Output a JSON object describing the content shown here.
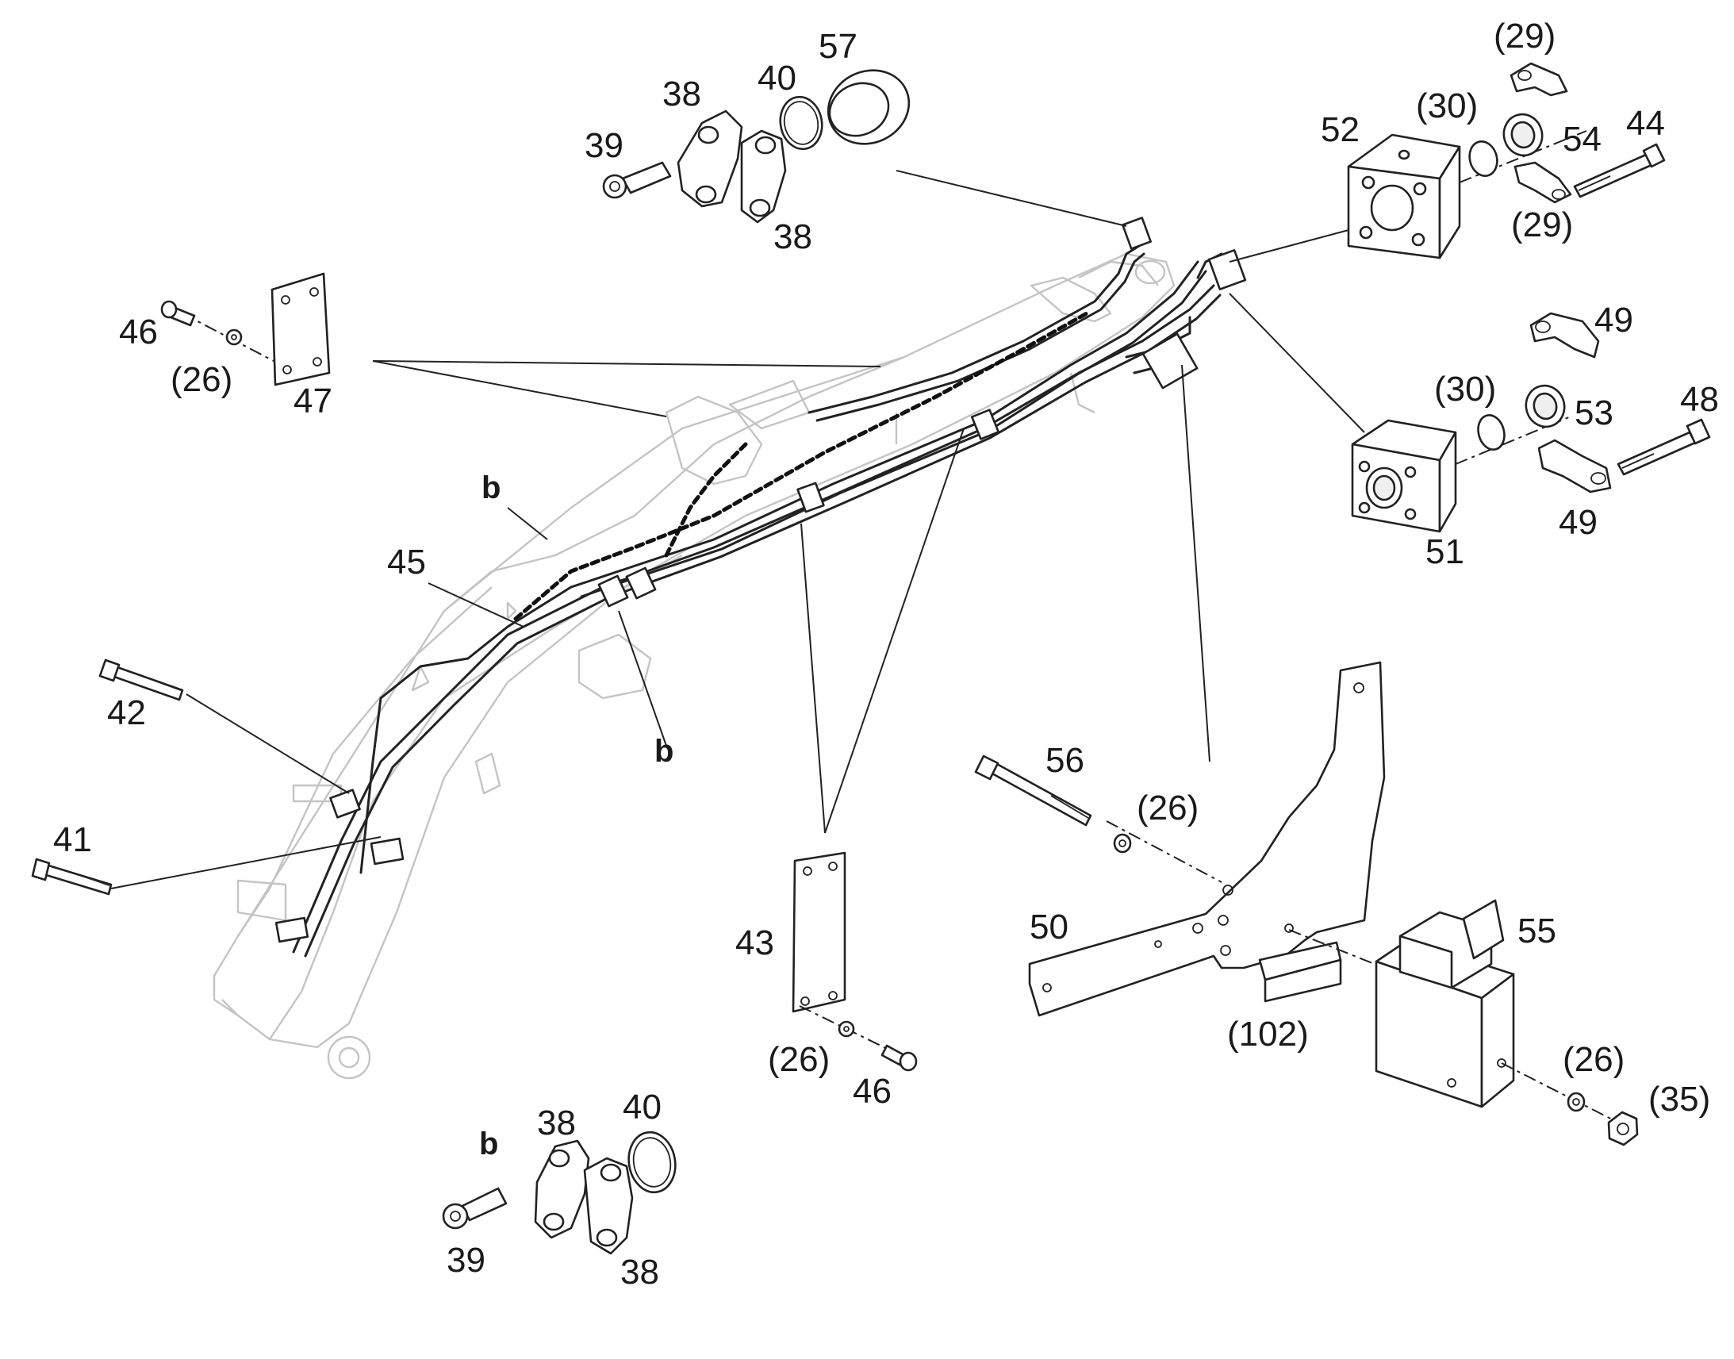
{
  "labels": {
    "p57": "57",
    "p40_top": "40",
    "p38_top_a": "38",
    "p39_top": "39",
    "p38_top_b": "38",
    "p29_top": "(29)",
    "p30_top": "(30)",
    "p52": "52",
    "p54": "54",
    "p44": "44",
    "p29_bottom": "(29)",
    "p46_left": "46",
    "p26_left": "(26)",
    "p47": "47",
    "p49_top": "49",
    "p30_mid": "(30)",
    "p53": "53",
    "p48": "48",
    "p49_bottom": "49",
    "p51": "51",
    "b_top": "b",
    "p45": "45",
    "p42": "42",
    "b_mid": "b",
    "p41": "41",
    "p56": "56",
    "p26_mid": "(26)",
    "p50": "50",
    "p55": "55",
    "p102": "(102)",
    "p26_right": "(26)",
    "p35": "(35)",
    "p43": "43",
    "p26_plate": "(26)",
    "p46_plate": "46",
    "p38_bot_a": "38",
    "p40_bot": "40",
    "b_bottom": "b",
    "p39_bot": "39",
    "p38_bot_b": "38"
  }
}
